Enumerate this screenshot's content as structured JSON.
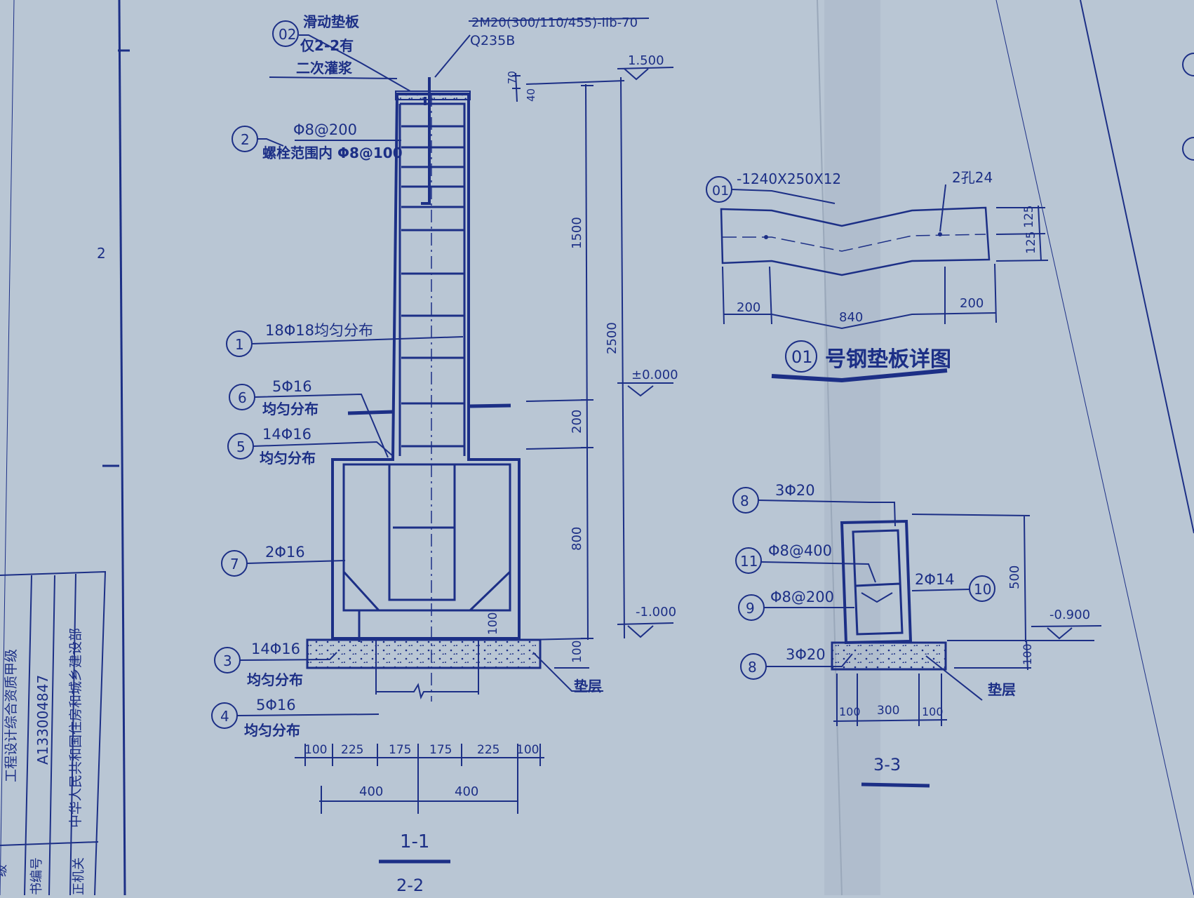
{
  "colors": {
    "ink": "#1c2f86",
    "paper": "#b9c6d4",
    "fold_shadow": "#8f9fb3"
  },
  "sheet": {
    "margin_number": "2"
  },
  "title_block": {
    "qualification": "工程设计综合资质甲级",
    "cert_no": "A133004847",
    "issuer": "中华人民共和国住房和城乡建设部",
    "cell_a": "书编号",
    "cell_b": "正机关",
    "cell_c": "级"
  },
  "section_1_1": {
    "label": "1-1",
    "next_label": "2-2",
    "callouts": {
      "c02_no": "02",
      "c02_text1": "滑动垫板",
      "c02_text2": "仅2-2有",
      "c02_text3": "二次灌浆",
      "anchor_spec": "2M20(300/110/455)-IIb-70",
      "anchor_steel": "Q235B",
      "c2_no": "2",
      "c2_text1": "Φ8@200",
      "c2_text2": "螺栓范围内 Φ8@100",
      "c1_no": "1",
      "c1_text": "18Φ18均匀分布",
      "c6_no": "6",
      "c6_text1": "5Φ16",
      "c6_text2": "均匀分布",
      "c5_no": "5",
      "c5_text1": "14Φ16",
      "c5_text2": "均匀分布",
      "c7_no": "7",
      "c7_text": "2Φ16",
      "c3_no": "3",
      "c3_text1": "14Φ16",
      "c3_text2": "均匀分布",
      "c4_no": "4",
      "c4_text1": "5Φ16",
      "c4_text2": "均匀分布",
      "bedding": "垫层"
    },
    "elevations": {
      "top": "1.500",
      "ground": "±0.000",
      "bottom": "-1.000"
    },
    "vdims": {
      "d70": "70",
      "d40": "40",
      "d1500": "1500",
      "d2500": "2500",
      "d200": "200",
      "d800": "800",
      "d100a": "100",
      "d100b": "100"
    },
    "hdims": {
      "h1": "100",
      "h2": "225",
      "h3": "175",
      "h4": "175",
      "h5": "225",
      "h6": "100",
      "w1": "400",
      "w2": "400"
    }
  },
  "plate_detail": {
    "no": "01",
    "spec": "-1240X250X12",
    "holes": "2孔24",
    "dims": {
      "left": "200",
      "mid": "840",
      "right": "200",
      "h1": "125",
      "h2": "125"
    },
    "title_no": "01",
    "title_text": "号钢垫板详图"
  },
  "section_3_3": {
    "label": "3-3",
    "c8a_no": "8",
    "c8a_text": "3Φ20",
    "c11_no": "11",
    "c11_text": "Φ8@400",
    "c9_no": "9",
    "c9_text": "Φ8@200",
    "c10_no": "10",
    "c10_text": "2Φ14",
    "c8b_no": "8",
    "c8b_text": "3Φ20",
    "elevation": "-0.900",
    "vdims": {
      "d500": "500",
      "d100": "100"
    },
    "hdims": {
      "a": "100",
      "b": "300",
      "c": "100"
    },
    "bedding": "垫层"
  }
}
